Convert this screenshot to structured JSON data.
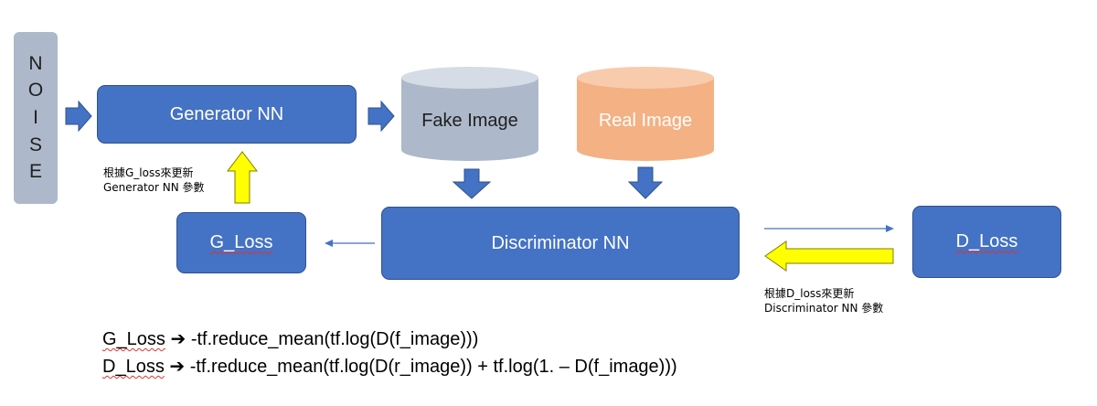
{
  "noise": {
    "letters": [
      "N",
      "O",
      "I",
      "S",
      "E"
    ]
  },
  "nodes": {
    "generator": "Generator NN",
    "fake_image": "Fake Image",
    "real_image": "Real Image",
    "discriminator": "Discriminator NN",
    "g_loss": "G_Loss",
    "d_loss": "D_Loss"
  },
  "notes": {
    "g_update_line1": "根據G_loss來更新",
    "g_update_line2": "Generator NN 參數",
    "d_update_line1": "根據D_loss來更新",
    "d_update_line2": "Discriminator NN 參數"
  },
  "formulas": {
    "g_label": "G_Loss",
    "g_arrow": "➔",
    "g_expr": "-tf.reduce_mean(tf.log(D(f_image)))",
    "d_label": "D_Loss",
    "d_arrow": "➔",
    "d_expr": "-tf.reduce_mean(tf.log(D(r_image)) + tf.log(1. – D(f_image)))"
  },
  "colors": {
    "box_blue": "#4472c4",
    "noise_gray": "#adb9ca",
    "fake_gray": "#adb9ca",
    "real_orange": "#f4b183",
    "highlight_yellow": "#ffff00",
    "real_text": "#ffffff"
  }
}
